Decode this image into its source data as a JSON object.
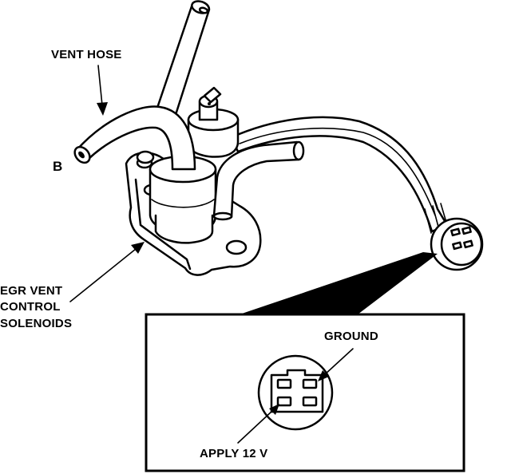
{
  "labels": {
    "vent_hose": "VENT HOSE",
    "port_b": "B",
    "egr_line1": "EGR VENT",
    "egr_line2": "CONTROL",
    "egr_line3": "SOLENOIDS",
    "ground": "GROUND",
    "apply": "APPLY 12 V"
  },
  "colors": {
    "ink": "#000000",
    "paper": "#ffffff"
  }
}
